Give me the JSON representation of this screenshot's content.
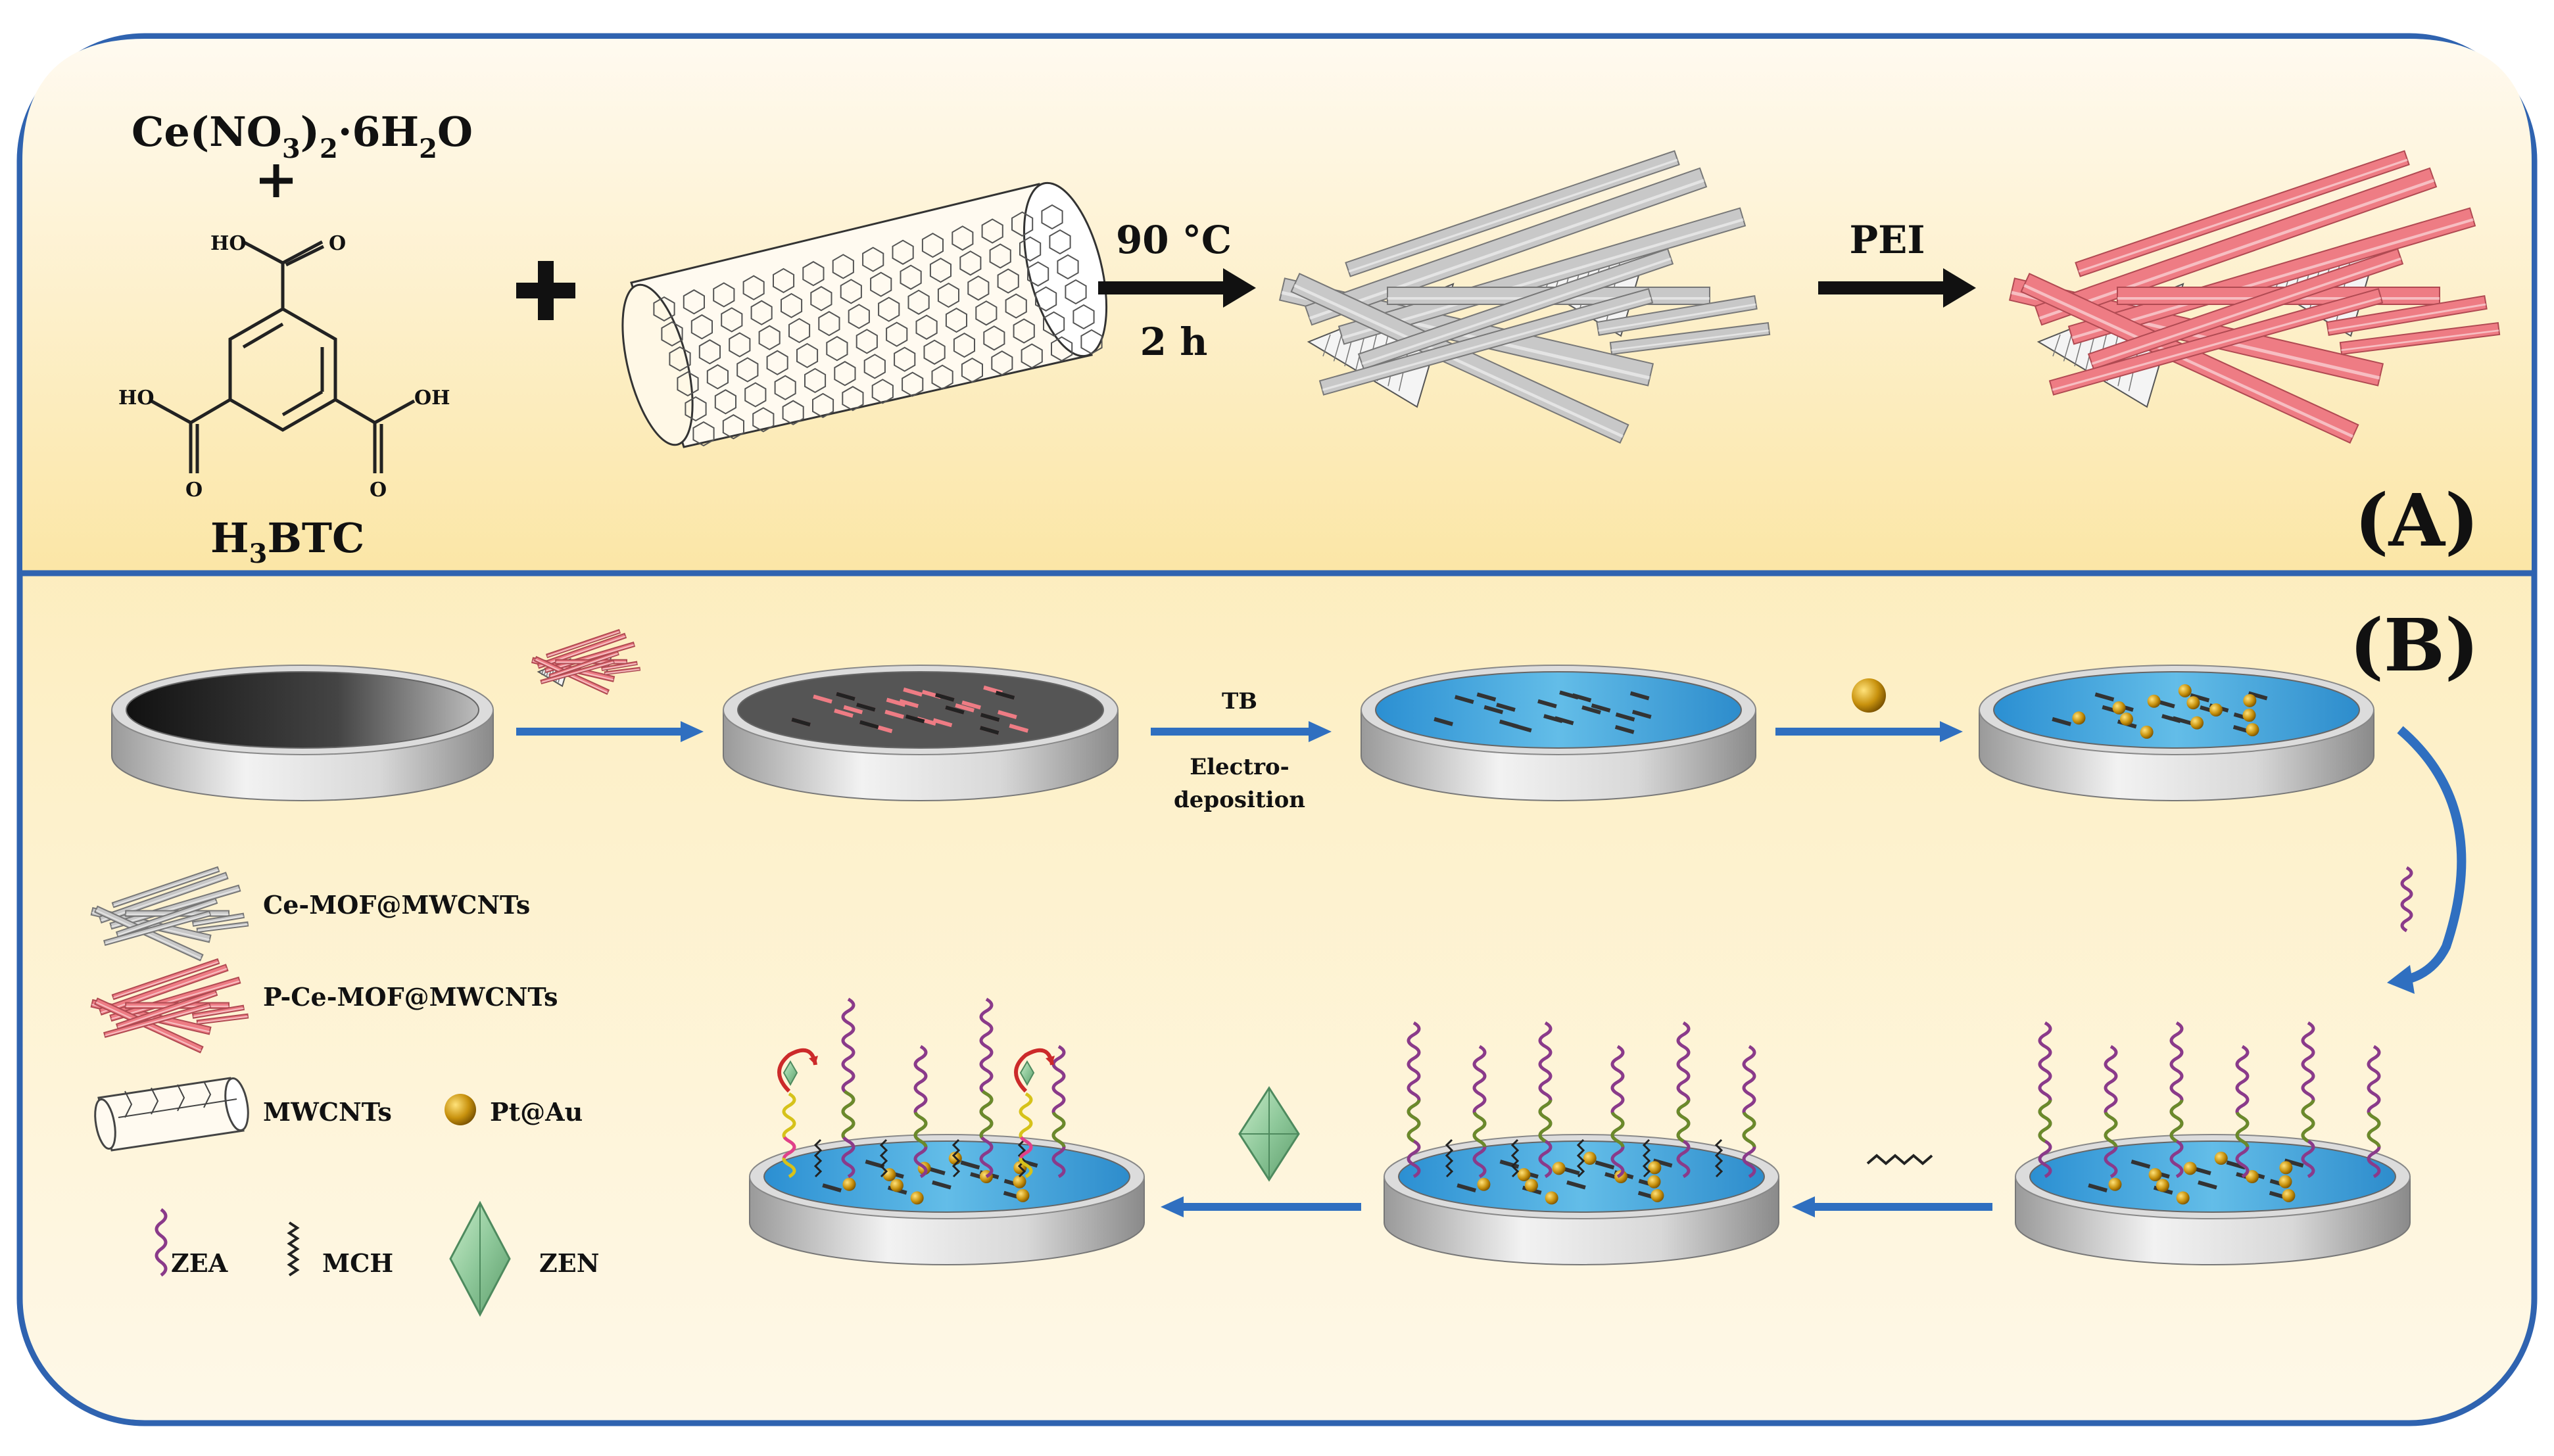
{
  "panel_a": {
    "label": "(A)",
    "reagent_salt": {
      "main": "Ce(NO",
      "sub1": "3",
      "mid": ")",
      "sub2": "2",
      "rest": "·6H",
      "sub3": "2",
      "end": "O"
    },
    "plus_sign": "+",
    "linker": {
      "name_pre": "H",
      "name_sub": "3",
      "name_post": "BTC",
      "oh_label": "OH",
      "ho_label": "HO",
      "o_label": "O"
    },
    "step1_temp": "90 °C",
    "step1_time": "2 h",
    "step2_reagent": "PEI"
  },
  "panel_b": {
    "label": "(B)",
    "step_tb": "TB",
    "step_electro_1": "Electro-",
    "step_electro_2": "deposition"
  },
  "legend": {
    "ce_mof": "Ce-MOF@MWCNTs",
    "p_ce_mof": "P-Ce-MOF@MWCNTs",
    "mwcnts": "MWCNTs",
    "pt_au": "Pt@Au",
    "zea": "ZEA",
    "mch": "MCH",
    "zen": "ZEN"
  },
  "colors": {
    "frame": "#2f63b0",
    "arrow_blue": "#2f6fc0",
    "pink_rod": "#ee7c84",
    "gray_rod": "#c8c8c8",
    "gold_particle": "#c8920e",
    "electrode_fill": "#4aa8de",
    "zen_crystal": "#8ec89a"
  }
}
